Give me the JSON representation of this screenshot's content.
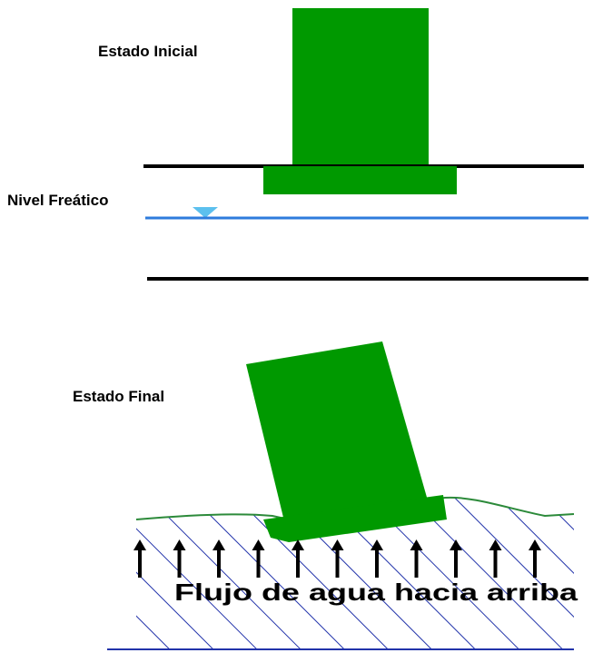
{
  "labels": {
    "initial_state": "Estado Inicial",
    "water_table": "Nivel Freático",
    "final_state": "Estado Final",
    "flow": "Flujo de agua hacia arriba"
  },
  "colors": {
    "structure": "#009900",
    "water_line": "#2e7bdc",
    "water_marker": "#5cc0ee",
    "ground_hatch": "#2233aa",
    "ground_line": "#000000"
  },
  "arrow_count": 11
}
